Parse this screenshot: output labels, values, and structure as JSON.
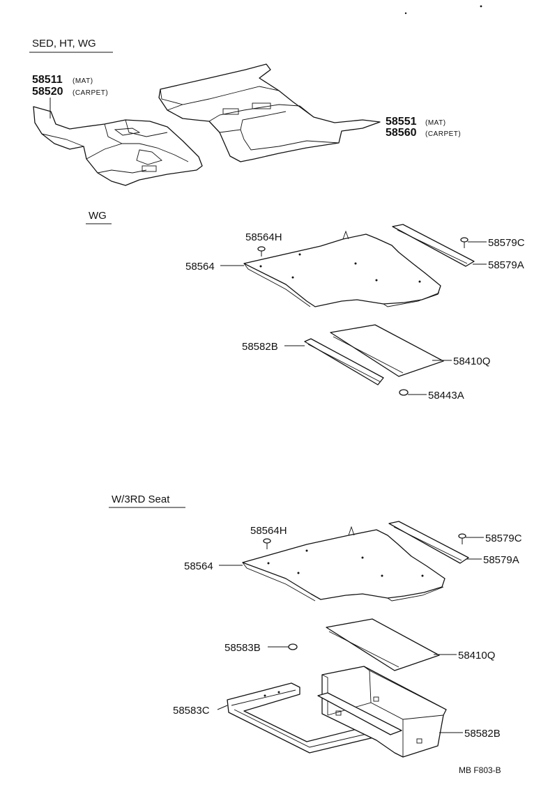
{
  "sections": {
    "sed": "SED, HT, WG",
    "wg": "WG",
    "w3rd": "W/3RD Seat"
  },
  "sed_labels": {
    "front_mat": "58511",
    "front_mat_note": "(MAT)",
    "front_carpet": "58520",
    "front_carpet_note": "(CARPET)",
    "rear_mat": "58551",
    "rear_mat_note": "(MAT)",
    "rear_carpet": "58560",
    "rear_carpet_note": "(CARPET)"
  },
  "wg_labels": {
    "clip": "58564H",
    "board": "58564",
    "screw": "58579C",
    "strip": "58579A",
    "rail": "58582B",
    "cover": "58410Q",
    "button": "58443A"
  },
  "w3_labels": {
    "clip": "58564H",
    "board": "58564",
    "screw": "58579C",
    "strip": "58579A",
    "button": "58583B",
    "cover": "58410Q",
    "frame": "58583C",
    "box": "58582B"
  },
  "footer": {
    "code": "MB  F803-B"
  }
}
